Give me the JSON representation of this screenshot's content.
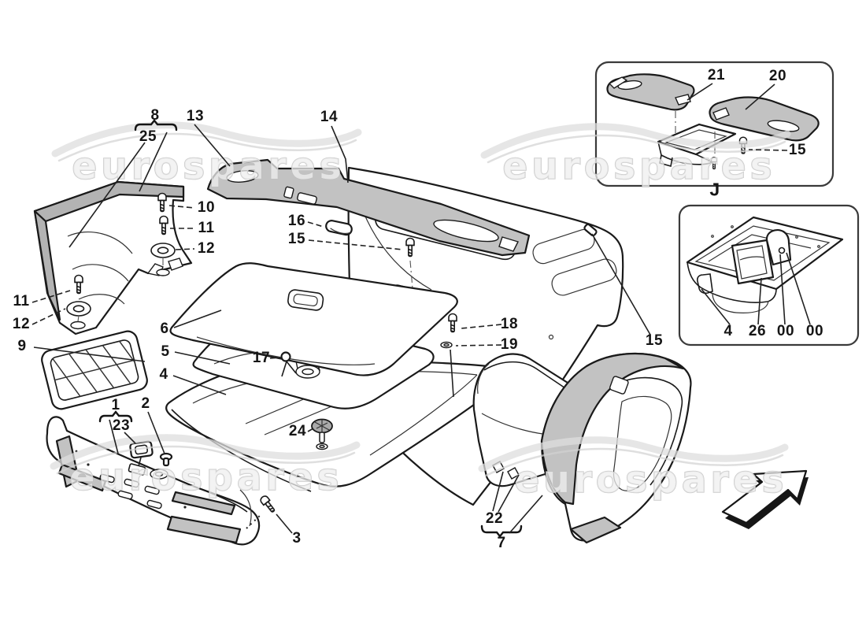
{
  "watermark": {
    "text": "eurospares"
  },
  "callouts": {
    "c8": "8",
    "c25": "25",
    "c13": "13",
    "c14": "14",
    "c10": "10",
    "c11_right": "11",
    "c12_right": "12",
    "c16": "16",
    "c15_mid": "15",
    "c6": "6",
    "c5": "5",
    "c4_mat": "4",
    "c11_left": "11",
    "c12_left": "12",
    "c9": "9",
    "c17": "17",
    "c18": "18",
    "c19": "19",
    "c24": "24",
    "c1": "1",
    "c23": "23",
    "c2": "2",
    "c3": "3",
    "c22": "22",
    "c7": "7",
    "c15_right": "15"
  },
  "inset_j": {
    "label": "J",
    "c21": "21",
    "c20": "20",
    "c15": "15"
  },
  "inset_bin": {
    "c4": "4",
    "c26": "26",
    "c00_a": "00",
    "c00_b": "00"
  }
}
